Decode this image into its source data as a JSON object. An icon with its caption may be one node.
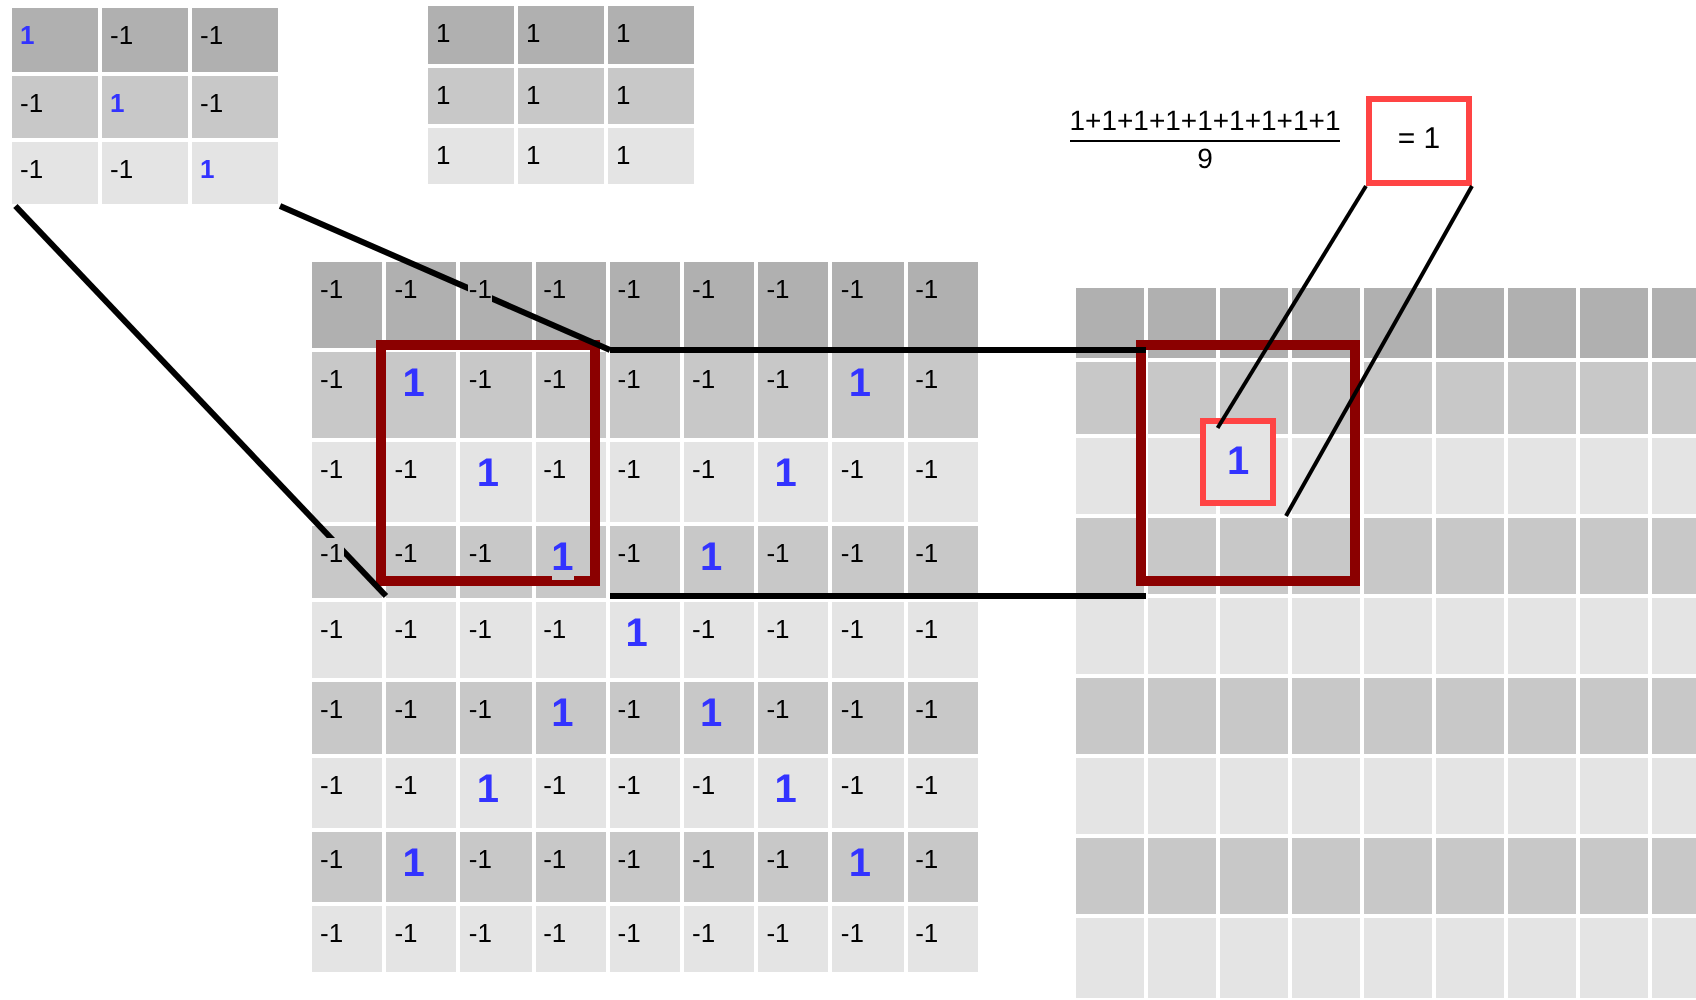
{
  "diagram": {
    "nodes": [
      {
        "text": [],
        "shape": "box"
      },
      {
        "text": [],
        "shape": "box"
      },
      {
        "text": [],
        "shape": "box"
      },
      {
        "text": [],
        "shape": "box",
        "in": 2
      },
      {
        "text": [],
        "shape": "box"
      },
      {
        "text": [],
        "shape": "box",
        "in": 4
      },
      {
        "text": [
          "1"
        ],
        "in": 5
      },
      {
        "text": [
          "= 1"
        ]
      }
    ],
    "edges": [
      {
        "from": 0,
        "to": 3,
        "arrow": "none"
      },
      {
        "from": 0,
        "to": 3,
        "arrow": "none"
      },
      {
        "from": 3,
        "to": 5,
        "arrow": "none"
      },
      {
        "from": 3,
        "to": 5,
        "arrow": "none"
      },
      {
        "from": 6,
        "to": 7,
        "arrow": "none"
      },
      {
        "from": 6,
        "to": 7,
        "arrow": "none"
      }
    ],
    "labels": [
      "1",
      "-1",
      "-1",
      "-1",
      "1",
      "-1",
      "-1",
      "-1",
      "1",
      "1",
      "1",
      "1",
      "1",
      "1",
      "1",
      "1",
      "1",
      "1",
      "1+1+1+1+1+1+1+1+1",
      "9",
      "-1",
      "-1",
      "-1",
      "-1",
      "-1",
      "-1",
      "-1",
      "-1",
      "-1",
      "-1",
      "1",
      "-1",
      "-1",
      "-1",
      "-1",
      "-1",
      "1",
      "-1",
      "-1",
      "-1",
      "1",
      "-1",
      "-1",
      "-1",
      "1",
      "-1",
      "-1",
      "-1",
      "-1",
      "-1",
      "1",
      "-1",
      "1",
      "-1",
      "-1",
      "-1",
      "-1",
      "-1",
      "-1",
      "-1",
      "1",
      "-1",
      "-1",
      "-1",
      "-1",
      "-1",
      "-1",
      "-1",
      "1",
      "-1",
      "1",
      "-1",
      "-1",
      "-1",
      "-1",
      "-1",
      "1",
      "-1",
      "-1",
      "-1",
      "1",
      "-1",
      "-1",
      "-1",
      "1",
      "-1",
      "-1",
      "-1",
      "-1",
      "-1",
      "1",
      "-1",
      "-1",
      "-1",
      "-1",
      "-1",
      "-1",
      "-1",
      "-1",
      "-1",
      "-1"
    ]
  }
}
